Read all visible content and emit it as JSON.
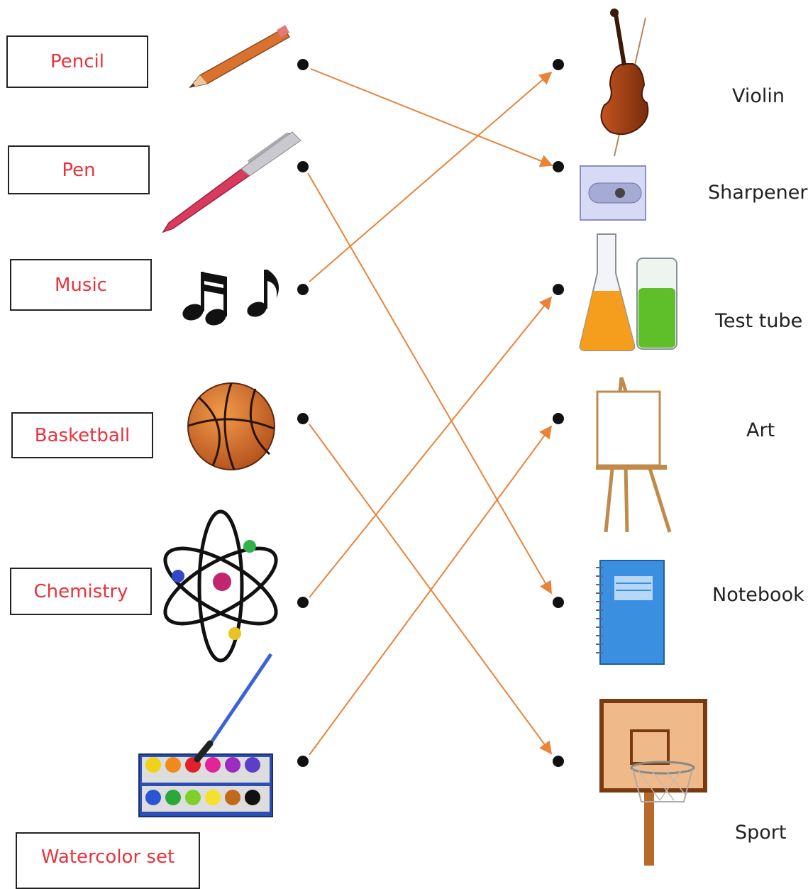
{
  "left_items": [
    {
      "label": "Pencil",
      "icon": "pencil-icon"
    },
    {
      "label": "Pen",
      "icon": "pen-icon"
    },
    {
      "label": "Music",
      "icon": "music-notes-icon"
    },
    {
      "label": "Basketball",
      "icon": "basketball-icon"
    },
    {
      "label": "Chemistry",
      "icon": "atom-icon"
    },
    {
      "label": "Watercolor set",
      "icon": "watercolor-set-icon"
    }
  ],
  "right_items": [
    {
      "label": "Violin",
      "icon": "violin-icon"
    },
    {
      "label": "Sharpener",
      "icon": "sharpener-icon"
    },
    {
      "label": "Test tube",
      "icon": "test-tubes-icon"
    },
    {
      "label": "Art",
      "icon": "easel-icon"
    },
    {
      "label": "Notebook",
      "icon": "notebook-icon"
    },
    {
      "label": "Sport",
      "icon": "basketball-hoop-icon"
    }
  ],
  "connections": [
    {
      "from": "Pencil",
      "to": "Sharpener"
    },
    {
      "from": "Pen",
      "to": "Notebook"
    },
    {
      "from": "Music",
      "to": "Violin"
    },
    {
      "from": "Basketball",
      "to": "Sport"
    },
    {
      "from": "Chemistry",
      "to": "Test tube"
    },
    {
      "from": "Watercolor set",
      "to": "Art"
    }
  ],
  "colors": {
    "label_text": "#e8333d",
    "line": "#e8833a",
    "dot": "#111111"
  }
}
